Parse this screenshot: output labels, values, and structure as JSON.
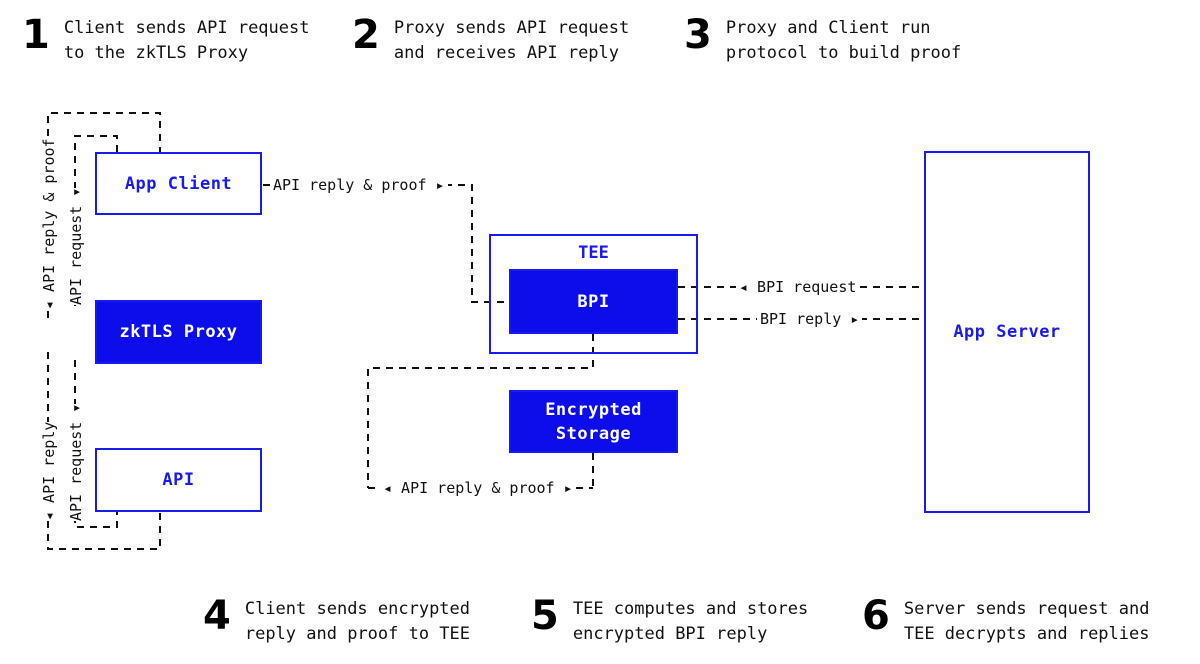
{
  "diagram": {
    "title": "zkTLS Proxy / TEE / BPI protocol flow",
    "colors": {
      "blue": "#1a1aee",
      "blue_fill": "#0d0dec",
      "text": "#111111",
      "background": "#ffffff"
    },
    "steps": [
      {
        "num": "1",
        "text": "Client sends API request\nto the zkTLS Proxy"
      },
      {
        "num": "2",
        "text": "Proxy sends API request\nand receives API reply"
      },
      {
        "num": "3",
        "text": "Proxy and Client run\nprotocol to build proof"
      },
      {
        "num": "4",
        "text": "Client sends encrypted\nreply and proof to TEE"
      },
      {
        "num": "5",
        "text": "TEE computes and stores\nencrypted BPI reply"
      },
      {
        "num": "6",
        "text": "Server sends request and\nTEE decrypts and replies"
      }
    ],
    "nodes": {
      "app_client": "App Client",
      "zktls_proxy": "zkTLS Proxy",
      "api": "API",
      "tee": "TEE",
      "bpi": "BPI",
      "encrypted_storage": "Encrypted\nStorage",
      "app_server": "App Server"
    },
    "edges": {
      "client_reply_proof_to_tee": "API reply & proof ▸",
      "bpi_request": "◂ BPI request",
      "bpi_reply": "BPI reply ▸",
      "storage_reply_proof": "◂ API reply & proof ▸",
      "left_reply_proof_up": "◂ API reply & proof",
      "left_request_down_top": "API request ▾",
      "left_reply_up_bottom": "◂ API reply",
      "left_request_down_bottom": "API request ▾"
    }
  }
}
